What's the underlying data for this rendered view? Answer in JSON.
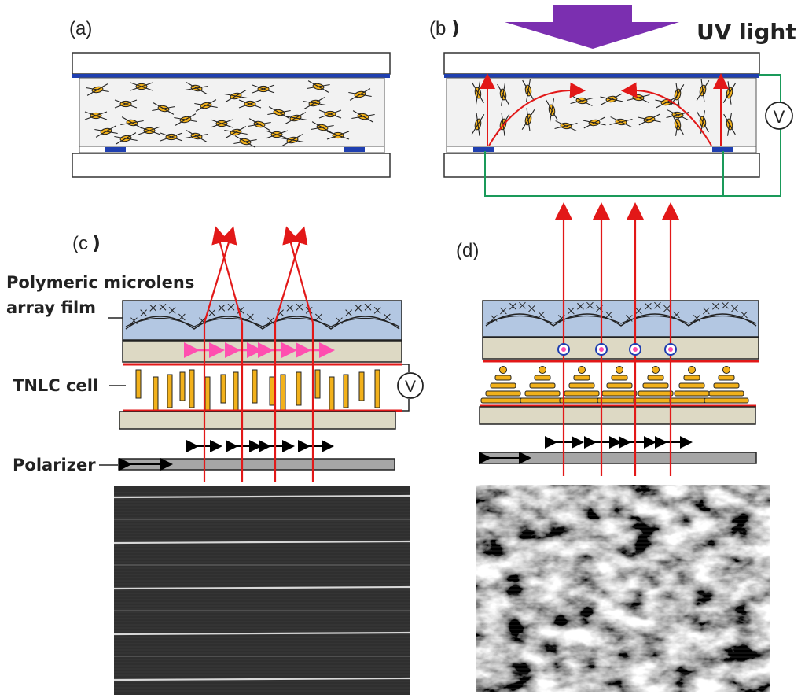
{
  "panels": {
    "a": "(a)",
    "b": "(b",
    "c": "(c",
    "d": "(d)",
    "b_paren": ")",
    "c_paren": ")"
  },
  "labels": {
    "uv_light": "UV light",
    "voltage": "V",
    "microlens_line1": "Polymeric microlens",
    "microlens_line2": "array  film",
    "tnlc_cell": "TNLC cell",
    "polarizer": "Polarizer"
  },
  "colors": {
    "glass": "#ffffff",
    "cell_fill": "#f2f2f2",
    "electrode_blue": "#1f3fb0",
    "lc_yellow": "#f2b11b",
    "uv_purple": "#7b2fb0",
    "ray_red": "#e21818",
    "circuit_green": "#1a9a5a",
    "microlens_blue": "#b3c7e2",
    "substrate_beige": "#ddd9c4",
    "polarizer_gray": "#a6a6a6",
    "pink_arrow": "#ff4fb0"
  }
}
